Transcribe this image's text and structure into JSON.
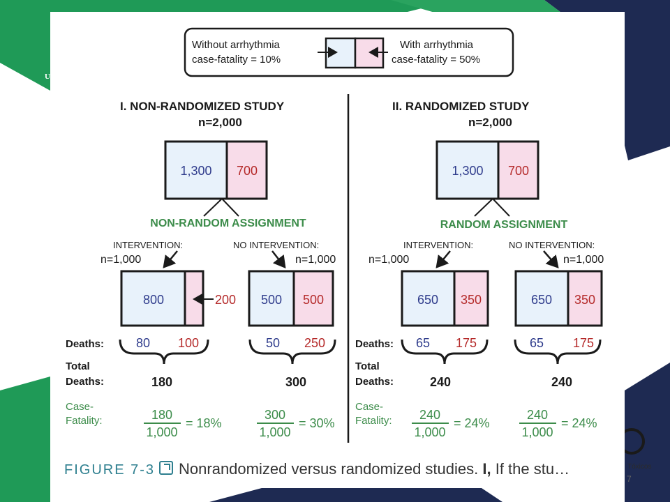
{
  "slide": {
    "logo_text": "U",
    "side_text": "Tóxicos",
    "page_number": "7"
  },
  "legend": {
    "left_line1": "Without arrhythmia",
    "left_line2": "case-fatality = 10%",
    "right_line1": "With arrhythmia",
    "right_line2": "case-fatality = 50%"
  },
  "colors": {
    "without": "#e8f2fb",
    "with": "#f8dce9",
    "blue_text": "#2f3c8c",
    "red_text": "#b52a2a",
    "green_text": "#3c8c4a",
    "slide_green": "#1f9a57",
    "slide_navy": "#1e2a52"
  },
  "non_randomized": {
    "title": "I.  NON-RANDOMIZED STUDY",
    "n": "n=2,000",
    "top_without": "1,300",
    "top_with": "700",
    "assignment": "NON-RANDOM ASSIGNMENT",
    "int_label": "INTERVENTION:",
    "int_n": "n=1,000",
    "noint_label": "NO INTERVENTION:",
    "noint_n": "n=1,000",
    "int_without": "800",
    "int_with_pointer": "200",
    "noint_without": "500",
    "noint_with": "500",
    "deaths_label": "Deaths:",
    "int_deaths_a": "80",
    "int_deaths_b": "100",
    "noint_deaths_a": "50",
    "noint_deaths_b": "250",
    "total_label_1": "Total",
    "total_label_2": "Deaths:",
    "int_total": "180",
    "noint_total": "300",
    "cf_label_1": "Case-",
    "cf_label_2": "Fatality:",
    "int_cf_num": "180",
    "int_cf_den": "1,000",
    "int_cf_result": "= 18%",
    "noint_cf_num": "300",
    "noint_cf_den": "1,000",
    "noint_cf_result": "= 30%"
  },
  "randomized": {
    "title": "II.  RANDOMIZED STUDY",
    "n": "n=2,000",
    "top_without": "1,300",
    "top_with": "700",
    "assignment": "RANDOM ASSIGNMENT",
    "int_label": "INTERVENTION:",
    "int_n": "n=1,000",
    "noint_label": "NO INTERVENTION:",
    "noint_n": "n=1,000",
    "int_without": "650",
    "int_with": "350",
    "noint_without": "650",
    "noint_with": "350",
    "deaths_label": "Deaths:",
    "int_deaths_a": "65",
    "int_deaths_b": "175",
    "noint_deaths_a": "65",
    "noint_deaths_b": "175",
    "total_label_1": "Total",
    "total_label_2": "Deaths:",
    "int_total": "240",
    "noint_total": "240",
    "cf_label_1": "Case-",
    "cf_label_2": "Fatality:",
    "int_cf_num": "240",
    "int_cf_den": "1,000",
    "int_cf_result": "= 24%",
    "noint_cf_num": "240",
    "noint_cf_den": "1,000",
    "noint_cf_result": "= 24%"
  },
  "caption": {
    "label": "FIGURE 7-3",
    "text": "Nonrandomized versus randomized studies. ",
    "bold": "I,",
    "rest": " If the stu…"
  }
}
